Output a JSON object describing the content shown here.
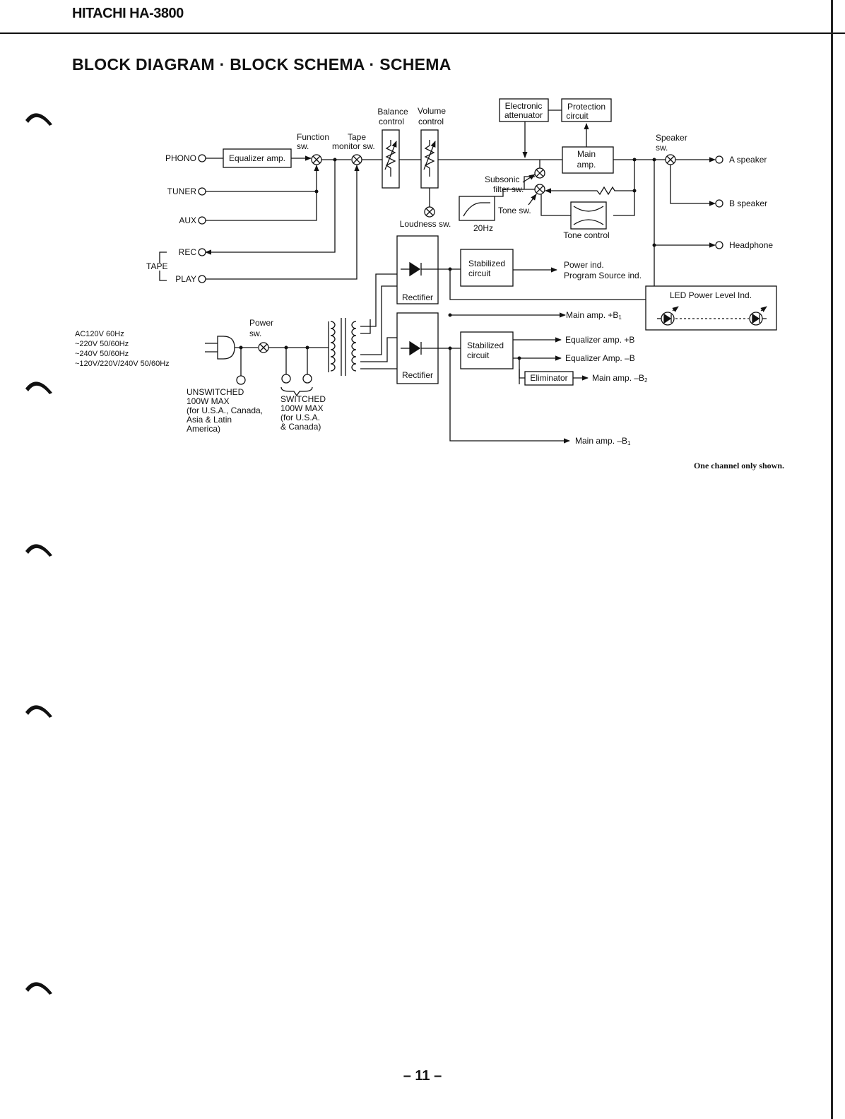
{
  "header": {
    "model": "HITACHI HA-3800"
  },
  "title": "BLOCK DIAGRAM · BLOCK SCHEMA · SCHEMA",
  "page_number": "– 11 –",
  "diagram": {
    "inputs": {
      "phono": "PHONO",
      "tuner": "TUNER",
      "aux": "AUX",
      "tape": "TAPE",
      "rec": "REC",
      "play": "PLAY"
    },
    "blocks": {
      "equalizer_amp": "Equalizer amp.",
      "electronic_attenuator": [
        "Electronic",
        "attenuator"
      ],
      "protection_circuit": [
        "Protection",
        "circuit"
      ],
      "main_amp": [
        "Main",
        "amp."
      ],
      "tone_control": "Tone control",
      "highpass_freq": "20Hz",
      "stabilized_circuit_1": [
        "Stabilized",
        "circuit"
      ],
      "stabilized_circuit_2": [
        "Stabilized",
        "circuit"
      ],
      "rectifier_1": "Rectifier",
      "rectifier_2": "Rectifier",
      "led_power_level": "LED Power Level Ind.",
      "eliminator": "Eliminator"
    },
    "controls": {
      "function_sw": [
        "Function",
        "sw."
      ],
      "tape_monitor_sw": [
        "Tape",
        "monitor sw."
      ],
      "balance_control": [
        "Balance",
        "control"
      ],
      "volume_control": [
        "Volume",
        "control"
      ],
      "loudness_sw": "Loudness sw.",
      "subsonic_filter_sw": [
        "Subsonic",
        "filter sw."
      ],
      "tone_sw": "Tone sw.",
      "speaker_sw": [
        "Speaker",
        "sw."
      ],
      "power_sw": [
        "Power",
        "sw."
      ]
    },
    "outputs": {
      "a_speaker": "A speaker",
      "b_speaker": "B speaker",
      "headphone": "Headphone",
      "power_ind": "Power ind.",
      "program_source_ind": "Program Source ind.",
      "main_amp_pb1": "Main amp. +B",
      "eq_amp_pb": "Equalizer amp. +B",
      "eq_amp_mb": "Equalizer Amp. –B",
      "main_amp_mb2": "Main amp. –B",
      "main_amp_mb1": "Main amp. –B",
      "sub_1": "1",
      "sub_2": "2"
    },
    "power": {
      "voltages": [
        "AC120V 60Hz",
        "~220V 50/60Hz",
        "~240V 50/60Hz",
        "~120V/220V/240V 50/60Hz"
      ],
      "unswitched": [
        "UNSWITCHED",
        "100W MAX",
        "(for U.S.A., Canada,",
        "Asia & Latin",
        "America)"
      ],
      "switched": [
        "SWITCHED",
        "100W MAX",
        "(for U.S.A.",
        "& Canada)"
      ]
    },
    "note": "One channel only shown."
  }
}
